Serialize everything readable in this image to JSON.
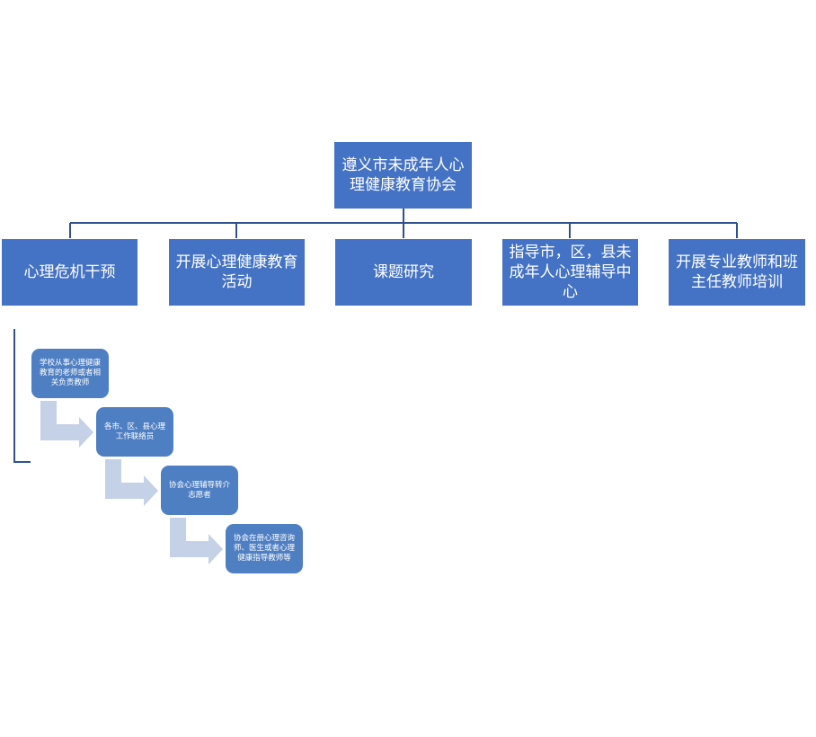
{
  "root": {
    "label": "遵义市未成年人心理健康教育协会"
  },
  "branches": [
    {
      "label": "心理危机干预"
    },
    {
      "label": "开展心理健康教育活动"
    },
    {
      "label": "课题研究"
    },
    {
      "label": "指导市，区，县未成年人心理辅导中心"
    },
    {
      "label": "开展专业教师和班主任教师培训"
    }
  ],
  "steps": [
    {
      "label": "学校从事心理健康教育的老师或者相关负责教师"
    },
    {
      "label": "各市、区、县心理工作联络员"
    },
    {
      "label": "协会心理辅导转介志愿者"
    },
    {
      "label": "协会在册心理咨询师、医生或者心理健康指导教师等"
    }
  ],
  "colors": {
    "box_fill": "#4472c4",
    "step_fill": "#4f7fc3",
    "connector": "#2f528f",
    "arrow_fill": "#c5d1e6"
  },
  "icons": [
    "bent-arrow-icon"
  ]
}
